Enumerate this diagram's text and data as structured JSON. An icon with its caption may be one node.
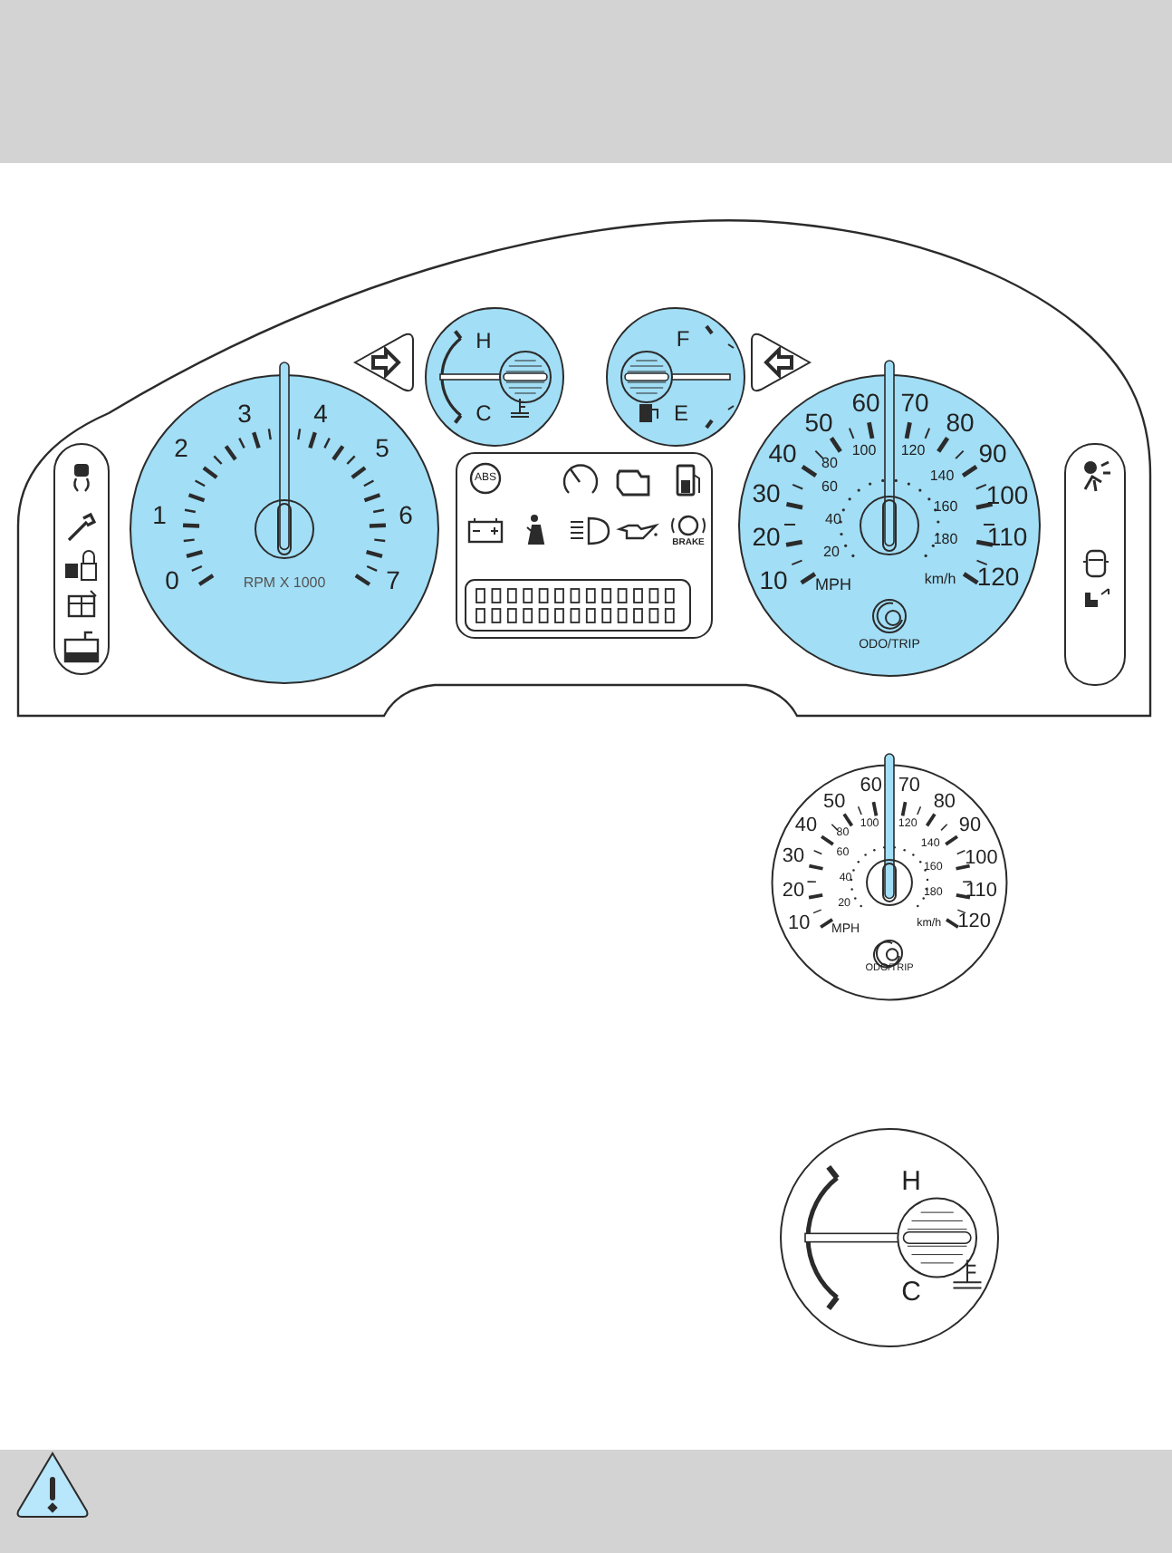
{
  "diagram": {
    "labels": [
      "0",
      "1",
      "2",
      "3",
      "4",
      "5",
      "6",
      "7",
      "RPM X 1000",
      "H",
      "C",
      "F",
      "E",
      "10",
      "20",
      "30",
      "40",
      "50",
      "60",
      "70",
      "80",
      "90",
      "100",
      "110",
      "120",
      "20",
      "40",
      "60",
      "80",
      "100",
      "120",
      "140",
      "160",
      "180",
      "MPH",
      "km/h",
      "ABS",
      "BRAKE",
      "ODO/TRIP",
      "10",
      "20",
      "30",
      "40",
      "50",
      "60",
      "70",
      "80",
      "90",
      "100",
      "110",
      "120",
      "20",
      "40",
      "60",
      "80",
      "100",
      "120",
      "140",
      "160",
      "180",
      "MPH",
      "km/h",
      "ODO/TRIP",
      "H",
      "C"
    ]
  }
}
